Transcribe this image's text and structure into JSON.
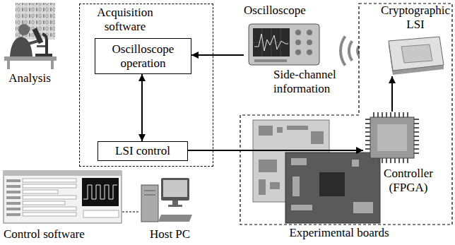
{
  "diagram": {
    "nodes": [
      {
        "text": [
          "Acquisition software"
        ]
      },
      {
        "text": [
          "Oscilloscope operation"
        ],
        "in": 0
      },
      {
        "text": [
          "LSI control"
        ],
        "in": 0
      },
      {
        "text": [
          "Oscilloscope"
        ]
      },
      {
        "text": [
          "Experimental boards"
        ]
      },
      {
        "text": [
          "Cryptographic LSI"
        ],
        "in": 4
      },
      {
        "text": [
          "Controller (FPGA)"
        ],
        "in": 4
      }
    ],
    "edges": [
      {
        "from": 3,
        "to": 1,
        "arrow": "to"
      },
      {
        "from": 1,
        "to": 2,
        "arrow": "both"
      },
      {
        "from": 2,
        "to": 6,
        "arrow": "to"
      },
      {
        "from": 6,
        "to": 5,
        "arrow": "to"
      }
    ],
    "labels": [
      "Side-channel information",
      "Analysis",
      "Control software",
      "Host PC"
    ]
  }
}
